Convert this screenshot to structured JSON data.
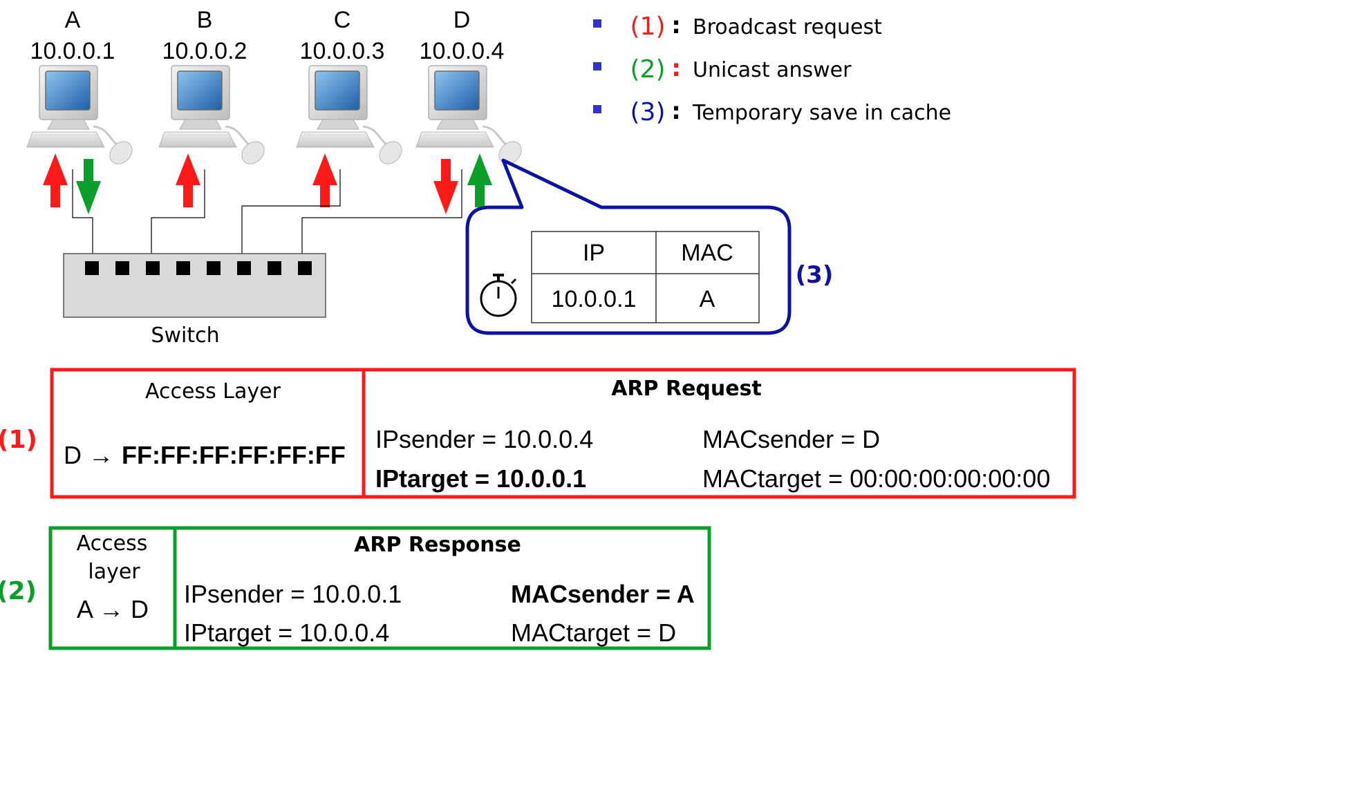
{
  "colors": {
    "red": "#ff1a1a",
    "green": "#0b9e2a",
    "blue": "#0a14a0",
    "legend_bullet": "#3333cc",
    "black": "#000000",
    "switch_fill": "#d9d9d9"
  },
  "hosts": [
    {
      "name": "A",
      "ip": "10.0.0.1",
      "arrows": [
        "up-red",
        "down-green"
      ]
    },
    {
      "name": "B",
      "ip": "10.0.0.2",
      "arrows": [
        "up-red"
      ]
    },
    {
      "name": "C",
      "ip": "10.0.0.3",
      "arrows": [
        "up-red"
      ]
    },
    {
      "name": "D",
      "ip": "10.0.0.4",
      "arrows": [
        "down-red",
        "up-green"
      ]
    }
  ],
  "switch": {
    "label": "Switch",
    "port_count": 8
  },
  "legend": [
    {
      "num": "(1)",
      "sep": ":",
      "text": "Broadcast request",
      "num_color": "#ff1a1a",
      "sep_color": "#000000"
    },
    {
      "num": "(2)",
      "sep": ":",
      "text": "Unicast answer",
      "num_color": "#0b9e2a",
      "sep_color": "#ff1a1a"
    },
    {
      "num": "(3)",
      "sep": ":",
      "text": "Temporary save in cache",
      "num_color": "#0a14a0",
      "sep_color": "#000000"
    }
  ],
  "cache": {
    "callout_label": "(3)",
    "timer_icon": "stopwatch-icon",
    "headers": [
      "IP",
      "MAC"
    ],
    "row": [
      "10.0.0.1",
      "A"
    ]
  },
  "request": {
    "side_label": "(1)",
    "access_title": "Access Layer",
    "access_from": "D →",
    "access_to": "FF:FF:FF:FF:FF:FF",
    "title": "ARP Request",
    "ip_sender": "IPsender = 10.0.0.4",
    "mac_sender": "MACsender = D",
    "ip_target": "IPtarget = 10.0.0.1",
    "mac_target": "MACtarget = 00:00:00:00:00:00"
  },
  "response": {
    "side_label": "(2)",
    "access_title_1": "Access",
    "access_title_2": "layer",
    "access_route": "A → D",
    "title": "ARP Response",
    "ip_sender": "IPsender = 10.0.0.1",
    "mac_sender": "MACsender = A",
    "ip_target": "IPtarget = 10.0.0.4",
    "mac_target": "MACtarget = D"
  }
}
